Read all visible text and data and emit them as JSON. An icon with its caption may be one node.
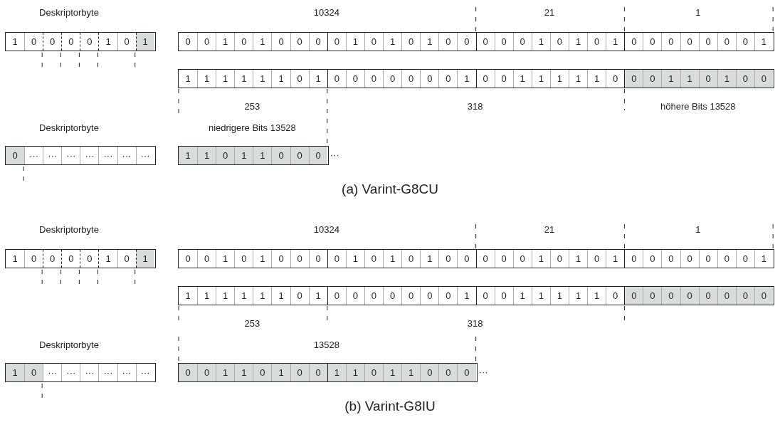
{
  "diagram": {
    "labels": [
      "Deskriptorbyte",
      "10324",
      "21",
      "1",
      "1",
      "0",
      "0",
      "0",
      "0",
      "1",
      "0",
      "1",
      "0",
      "0",
      "1",
      "0",
      "1",
      "0",
      "0",
      "0",
      "0",
      "1",
      "0",
      "1",
      "0",
      "1",
      "0",
      "0",
      "0",
      "0",
      "0",
      "1",
      "0",
      "1",
      "0",
      "1",
      "0",
      "0",
      "0",
      "0",
      "0",
      "0",
      "0",
      "1",
      "1",
      "1",
      "1",
      "1",
      "1",
      "1",
      "0",
      "1",
      "0",
      "0",
      "0",
      "0",
      "0",
      "0",
      "0",
      "1",
      "0",
      "0",
      "1",
      "1",
      "1",
      "1",
      "1",
      "0",
      "0",
      "0",
      "1",
      "1",
      "0",
      "1",
      "0",
      "0",
      "253",
      "318",
      "höhere Bits 13528",
      "Deskriptorbyte",
      "niedrigere Bits 13528",
      "0",
      "···",
      "···",
      "···",
      "···",
      "···",
      "···",
      "···",
      "1",
      "1",
      "0",
      "1",
      "1",
      "0",
      "0",
      "0",
      "···",
      "(a) Varint-G8CU",
      "Deskriptorbyte",
      "10324",
      "21",
      "1",
      "1",
      "0",
      "0",
      "0",
      "0",
      "1",
      "0",
      "1",
      "0",
      "0",
      "1",
      "0",
      "1",
      "0",
      "0",
      "0",
      "0",
      "1",
      "0",
      "1",
      "0",
      "1",
      "0",
      "0",
      "0",
      "0",
      "0",
      "1",
      "0",
      "1",
      "0",
      "1",
      "0",
      "0",
      "0",
      "0",
      "0",
      "0",
      "0",
      "1",
      "1",
      "1",
      "1",
      "1",
      "1",
      "1",
      "0",
      "1",
      "0",
      "0",
      "0",
      "0",
      "0",
      "0",
      "0",
      "1",
      "0",
      "0",
      "1",
      "1",
      "1",
      "1",
      "1",
      "0",
      "0",
      "0",
      "0",
      "0",
      "0",
      "0",
      "0",
      "0",
      "253",
      "318",
      "Deskriptorbyte",
      "13528",
      "1",
      "0",
      "···",
      "···",
      "···",
      "···",
      "···",
      "···",
      "0",
      "0",
      "1",
      "1",
      "0",
      "1",
      "0",
      "0",
      "1",
      "1",
      "0",
      "1",
      "1",
      "0",
      "0",
      "0",
      "···",
      "(b) Varint-G8IU"
    ]
  }
}
